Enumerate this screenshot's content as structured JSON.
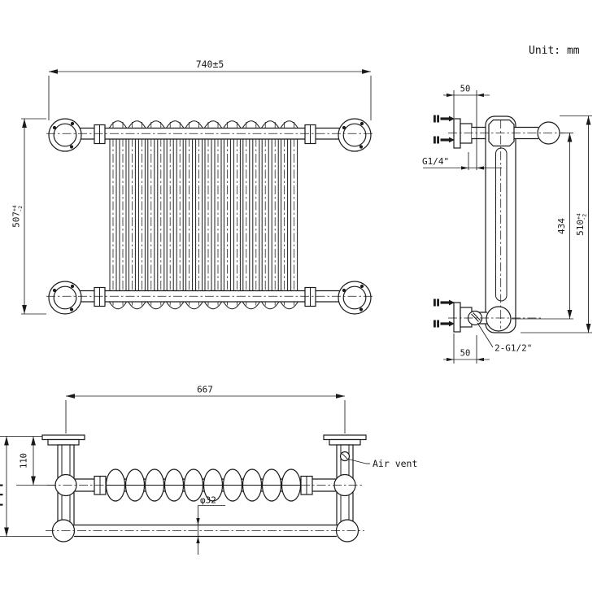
{
  "title_note": {
    "unit_label": "Unit: mm"
  },
  "front_view": {
    "width_dim": "740±5",
    "height_dim": "507",
    "height_tol_upper": "+4",
    "height_tol_lower": "-2"
  },
  "side_view": {
    "top_offset_dim": "50",
    "inlet_label": "G1/4\"",
    "center_distance_dim": "434",
    "overall_height_dim": "510",
    "overall_height_tol_upper": "+4",
    "overall_height_tol_lower": "-2",
    "bottom_offset_dim": "50",
    "bottom_ports_label": "2-G1/2\""
  },
  "plan_view": {
    "length_dim": "667",
    "wall_offset_dim": "110",
    "bar_diameter_label": "φ32",
    "air_vent_label": "Air vent"
  },
  "colors": {
    "line": "#1a1a1a",
    "background": "#ffffff"
  }
}
